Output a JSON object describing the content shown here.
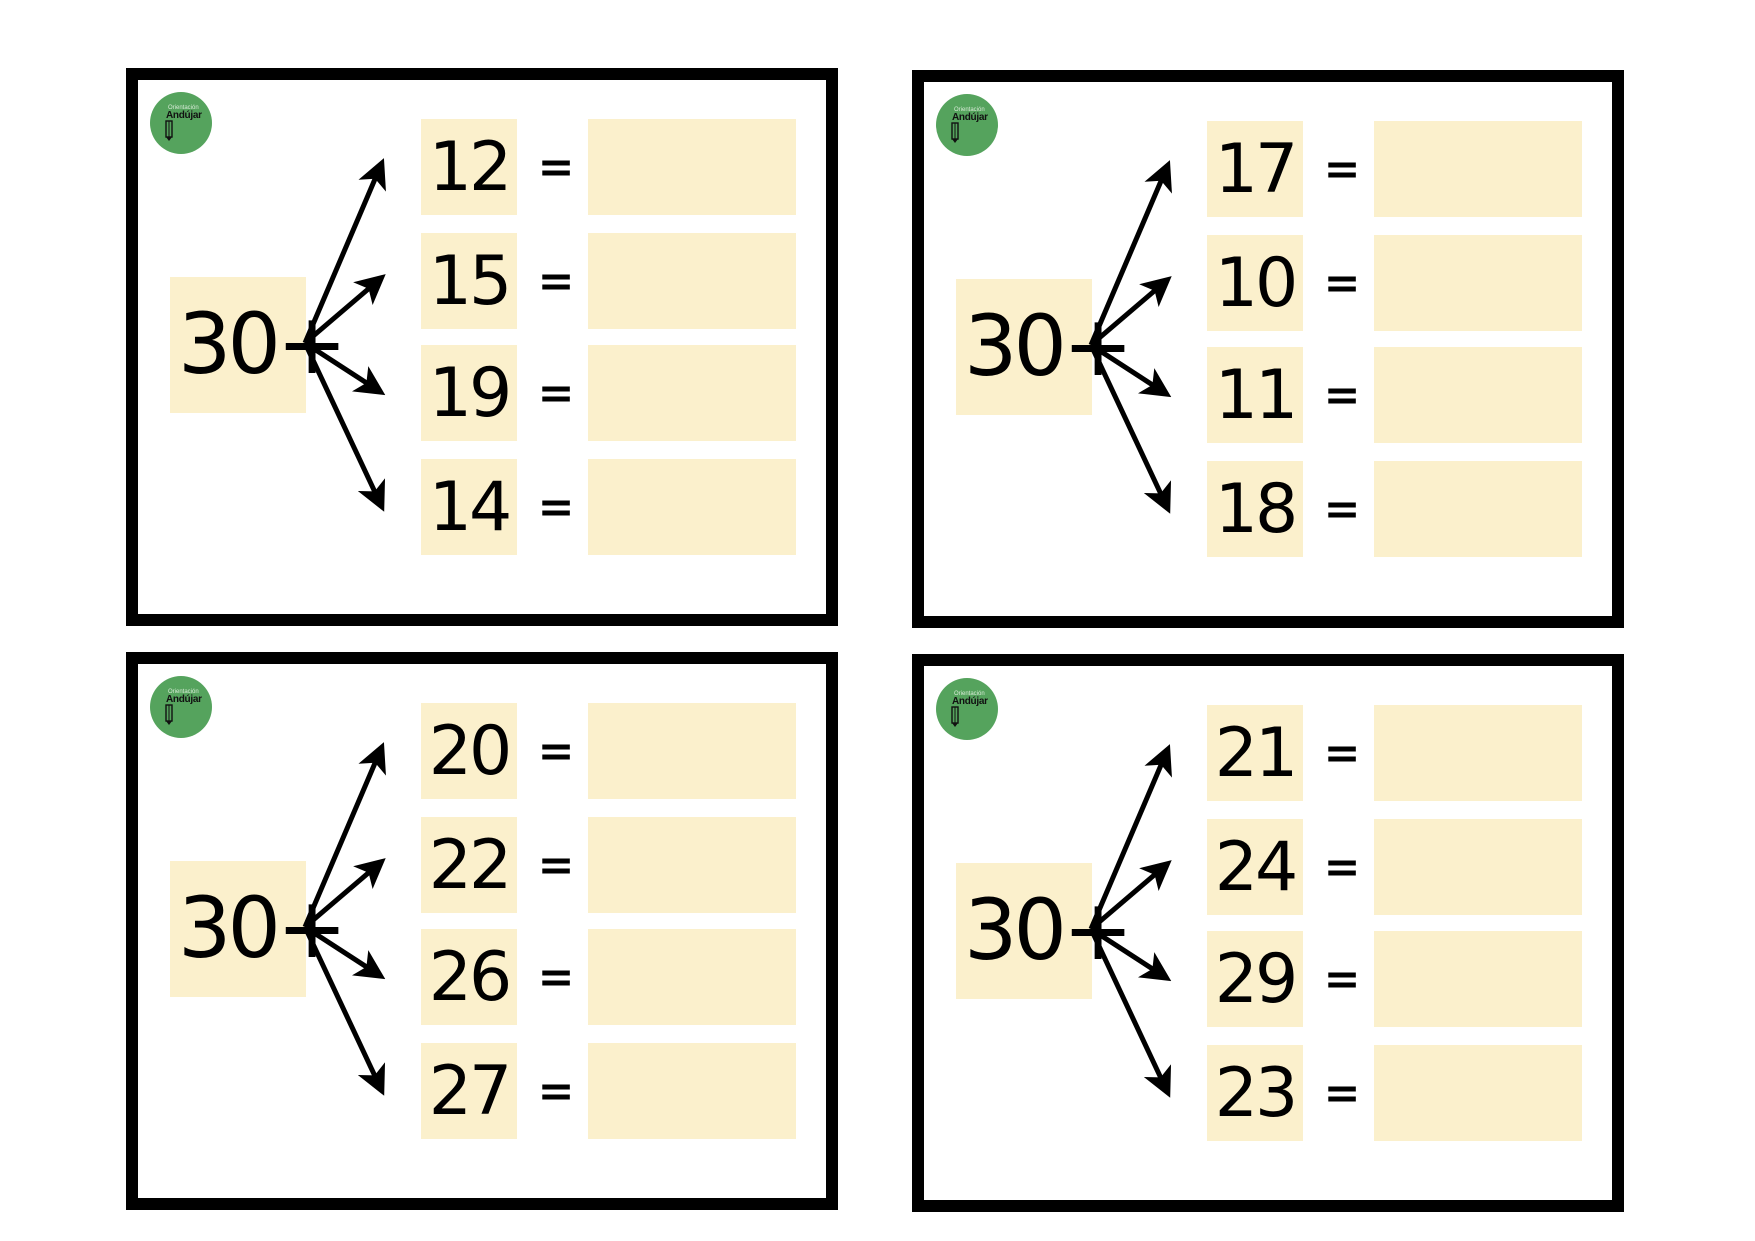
{
  "colors": {
    "border": "#000000",
    "box_fill": "#fbf0cc",
    "logo_green": "#55a35d"
  },
  "logo": {
    "top_text": "Orientación",
    "name": "Andújar",
    "icon": "pencil-icon"
  },
  "cards": [
    {
      "base": "30+",
      "addends": [
        "12",
        "15",
        "19",
        "14"
      ]
    },
    {
      "base": "30+",
      "addends": [
        "17",
        "10",
        "11",
        "18"
      ]
    },
    {
      "base": "30+",
      "addends": [
        "20",
        "22",
        "26",
        "27"
      ]
    },
    {
      "base": "30+",
      "addends": [
        "21",
        "24",
        "29",
        "23"
      ]
    }
  ],
  "equals_sign": "="
}
